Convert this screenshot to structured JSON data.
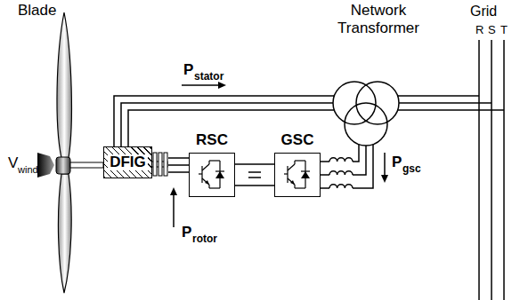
{
  "diagram": {
    "nodes": [
      {
        "text": [
          "DFIG"
        ]
      },
      {
        "text": [
          "RSC"
        ]
      },
      {
        "text": [
          "GSC"
        ]
      },
      {
        "text": [
          "Network Transformer"
        ]
      }
    ],
    "edges": [
      {
        "from": 0,
        "to": 3,
        "arrow": "none"
      },
      {
        "from": 0,
        "to": 1,
        "arrow": "none"
      },
      {
        "from": 1,
        "to": 2,
        "arrow": "none"
      },
      {
        "from": 2,
        "to": 3,
        "arrow": "none"
      }
    ],
    "labels": [
      "Blade",
      "V",
      "wind",
      "P",
      "stator",
      "Grid",
      "R",
      "S",
      "T",
      "P",
      "gsc",
      "P",
      "rotor"
    ]
  }
}
